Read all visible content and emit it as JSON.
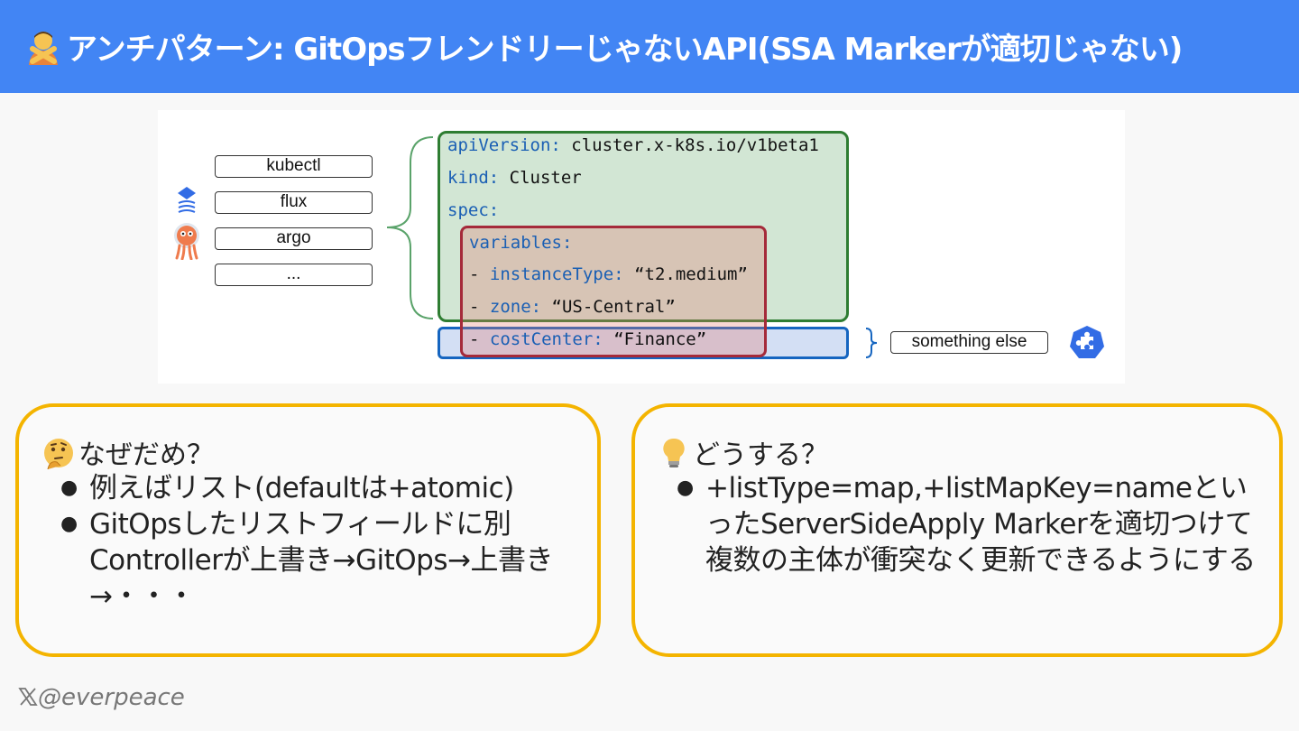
{
  "header": {
    "title": "アンチパターン: GitOpsフレンドリーじゃないAPI(SSA Markerが適切じゃない)",
    "icon": "no-gesture-person-icon"
  },
  "diagram": {
    "tools": [
      "kubectl",
      "flux",
      "argo",
      "..."
    ],
    "code": {
      "line1_key": "apiVersion:",
      "line1_val": "cluster.x-k8s.io/v1beta1",
      "line2_key": "kind:",
      "line2_val": "Cluster",
      "line3_key": "spec:",
      "line4_key": "variables:",
      "line5_dash": "- ",
      "line5_key": "instanceType:",
      "line5_val": "“t2.medium”",
      "line6_dash": "- ",
      "line6_key": "zone:",
      "line6_val": "“US-Central”",
      "line7_dash": "- ",
      "line7_key": "costCenter:",
      "line7_val": "“Finance”"
    },
    "other_actor": "something else",
    "colors": {
      "gitops_box": "#2e7d32",
      "other_box": "#1565c0",
      "variables_box": "#a52a3a"
    }
  },
  "why_card": {
    "title": "なぜだめ？",
    "icon": "thinking-face-icon",
    "items": [
      "例えばリスト(defaultは+atomic)",
      "GitOpsしたリストフィールドに別Controllerが上書き→GitOps→上書き→・・・"
    ]
  },
  "how_card": {
    "title": "どうする？",
    "icon": "light-bulb-icon",
    "items": [
      "+listType=map,+listMapKey=nameといったServerSideApply Markerを適切つけて複数の主体が衝突なく更新できるようにする"
    ]
  },
  "footer": {
    "handle": "@everpeace",
    "icon": "x-logo-icon"
  }
}
